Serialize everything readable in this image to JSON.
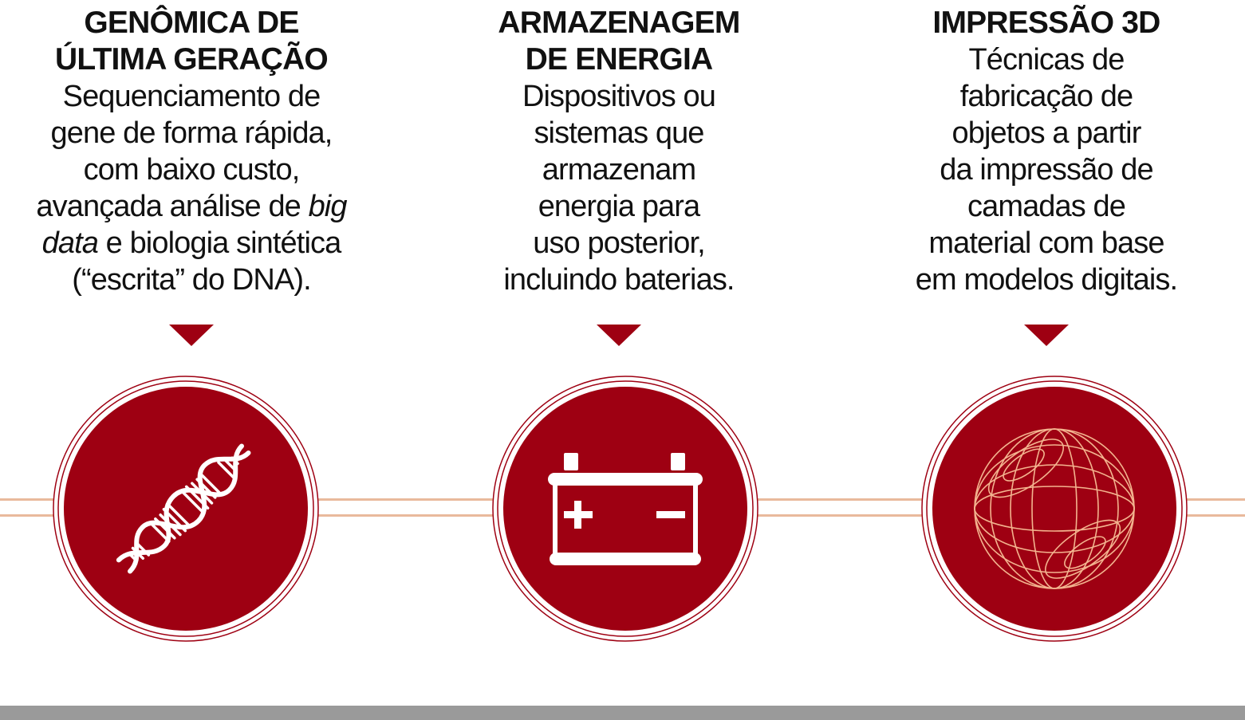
{
  "colors": {
    "accent": "#9e0012",
    "line": "#e9b99c",
    "bar": "#9a9a9a",
    "globe": "#f3b48f"
  },
  "columns": [
    {
      "icon": "dna-icon",
      "title": [
        "GENÔMICA DE",
        "ÚLTIMA GERAÇÃO"
      ],
      "body": {
        "l1": "Sequenciamento de",
        "l2": "gene de forma rápida,",
        "l3": "com baixo custo,",
        "l4a": "avançada análise de ",
        "l4b": "big",
        "l5a": "data",
        "l5b": " e biologia sintética",
        "l6": "(“escrita” do DNA)."
      }
    },
    {
      "icon": "battery-icon",
      "title": [
        "ARMAZENAGEM",
        "DE ENERGIA"
      ],
      "body": [
        "Dispositivos ou",
        "sistemas que",
        "armazenam",
        "energia para",
        "uso posterior,",
        "incluindo baterias."
      ]
    },
    {
      "icon": "globe-wireframe-icon",
      "title": [
        "IMPRESSÃO 3D"
      ],
      "body": [
        "Técnicas de",
        "fabricação de",
        "objetos a partir",
        "da impressão de",
        "camadas de",
        "material com base",
        "em modelos digitais."
      ]
    }
  ]
}
